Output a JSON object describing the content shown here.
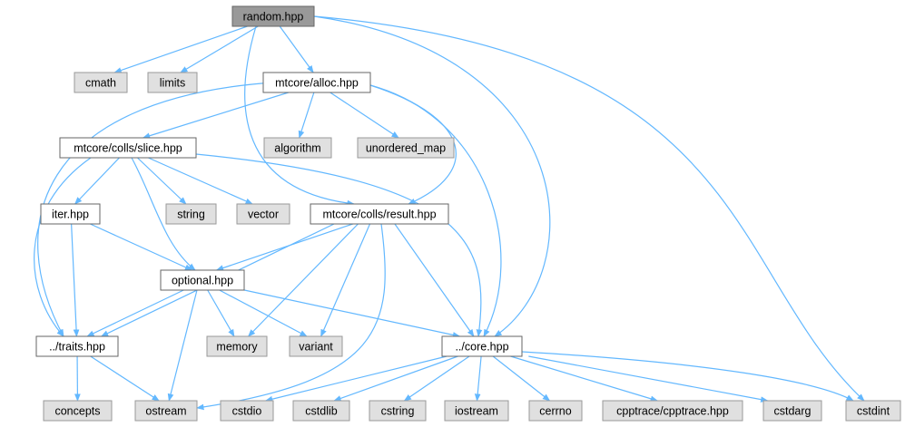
{
  "diagram": {
    "nodes": [
      {
        "id": "random",
        "label": "random.hpp",
        "style": "root"
      },
      {
        "id": "cmath",
        "label": "cmath",
        "style": "external"
      },
      {
        "id": "limits",
        "label": "limits",
        "style": "external"
      },
      {
        "id": "alloc",
        "label": "mtcore/alloc.hpp",
        "style": "internal"
      },
      {
        "id": "slice",
        "label": "mtcore/colls/slice.hpp",
        "style": "internal"
      },
      {
        "id": "algorithm",
        "label": "algorithm",
        "style": "external"
      },
      {
        "id": "unordered_map",
        "label": "unordered_map",
        "style": "external"
      },
      {
        "id": "iter",
        "label": "iter.hpp",
        "style": "internal"
      },
      {
        "id": "string",
        "label": "string",
        "style": "external"
      },
      {
        "id": "vector",
        "label": "vector",
        "style": "external"
      },
      {
        "id": "result",
        "label": "mtcore/colls/result.hpp",
        "style": "internal"
      },
      {
        "id": "optional",
        "label": "optional.hpp",
        "style": "internal"
      },
      {
        "id": "traits",
        "label": "../traits.hpp",
        "style": "internal"
      },
      {
        "id": "memory",
        "label": "memory",
        "style": "external"
      },
      {
        "id": "variant",
        "label": "variant",
        "style": "external"
      },
      {
        "id": "core",
        "label": "../core.hpp",
        "style": "internal"
      },
      {
        "id": "concepts",
        "label": "concepts",
        "style": "external"
      },
      {
        "id": "ostream",
        "label": "ostream",
        "style": "external"
      },
      {
        "id": "cstdio",
        "label": "cstdio",
        "style": "external"
      },
      {
        "id": "cstdlib",
        "label": "cstdlib",
        "style": "external"
      },
      {
        "id": "cstring",
        "label": "cstring",
        "style": "external"
      },
      {
        "id": "iostream",
        "label": "iostream",
        "style": "external"
      },
      {
        "id": "cerrno",
        "label": "cerrno",
        "style": "external"
      },
      {
        "id": "cpptrace",
        "label": "cpptrace/cpptrace.hpp",
        "style": "external"
      },
      {
        "id": "cstdarg",
        "label": "cstdarg",
        "style": "external"
      },
      {
        "id": "cstdint",
        "label": "cstdint",
        "style": "external"
      }
    ],
    "edges": [
      [
        "random",
        "cmath"
      ],
      [
        "random",
        "limits"
      ],
      [
        "random",
        "alloc"
      ],
      [
        "random",
        "result"
      ],
      [
        "random",
        "core"
      ],
      [
        "random",
        "cstdint"
      ],
      [
        "alloc",
        "slice"
      ],
      [
        "alloc",
        "algorithm"
      ],
      [
        "alloc",
        "unordered_map"
      ],
      [
        "alloc",
        "traits"
      ],
      [
        "alloc",
        "result"
      ],
      [
        "alloc",
        "core"
      ],
      [
        "slice",
        "iter"
      ],
      [
        "slice",
        "string"
      ],
      [
        "slice",
        "vector"
      ],
      [
        "slice",
        "optional"
      ],
      [
        "slice",
        "traits"
      ],
      [
        "slice",
        "core"
      ],
      [
        "iter",
        "optional"
      ],
      [
        "iter",
        "traits"
      ],
      [
        "result",
        "optional"
      ],
      [
        "result",
        "traits"
      ],
      [
        "result",
        "memory"
      ],
      [
        "result",
        "variant"
      ],
      [
        "result",
        "core"
      ],
      [
        "result",
        "ostream"
      ],
      [
        "optional",
        "traits"
      ],
      [
        "optional",
        "memory"
      ],
      [
        "optional",
        "variant"
      ],
      [
        "optional",
        "core"
      ],
      [
        "optional",
        "ostream"
      ],
      [
        "traits",
        "concepts"
      ],
      [
        "traits",
        "ostream"
      ],
      [
        "core",
        "cstdio"
      ],
      [
        "core",
        "cstdlib"
      ],
      [
        "core",
        "cstring"
      ],
      [
        "core",
        "iostream"
      ],
      [
        "core",
        "cerrno"
      ],
      [
        "core",
        "cpptrace"
      ],
      [
        "core",
        "cstdarg"
      ],
      [
        "core",
        "cstdint"
      ]
    ],
    "colors": {
      "edge": "#63b8ff",
      "root_fill": "#999999",
      "internal_fill": "#ffffff",
      "internal_border": "#666666",
      "external_fill": "#e0e0e0",
      "external_border": "#999999"
    }
  }
}
